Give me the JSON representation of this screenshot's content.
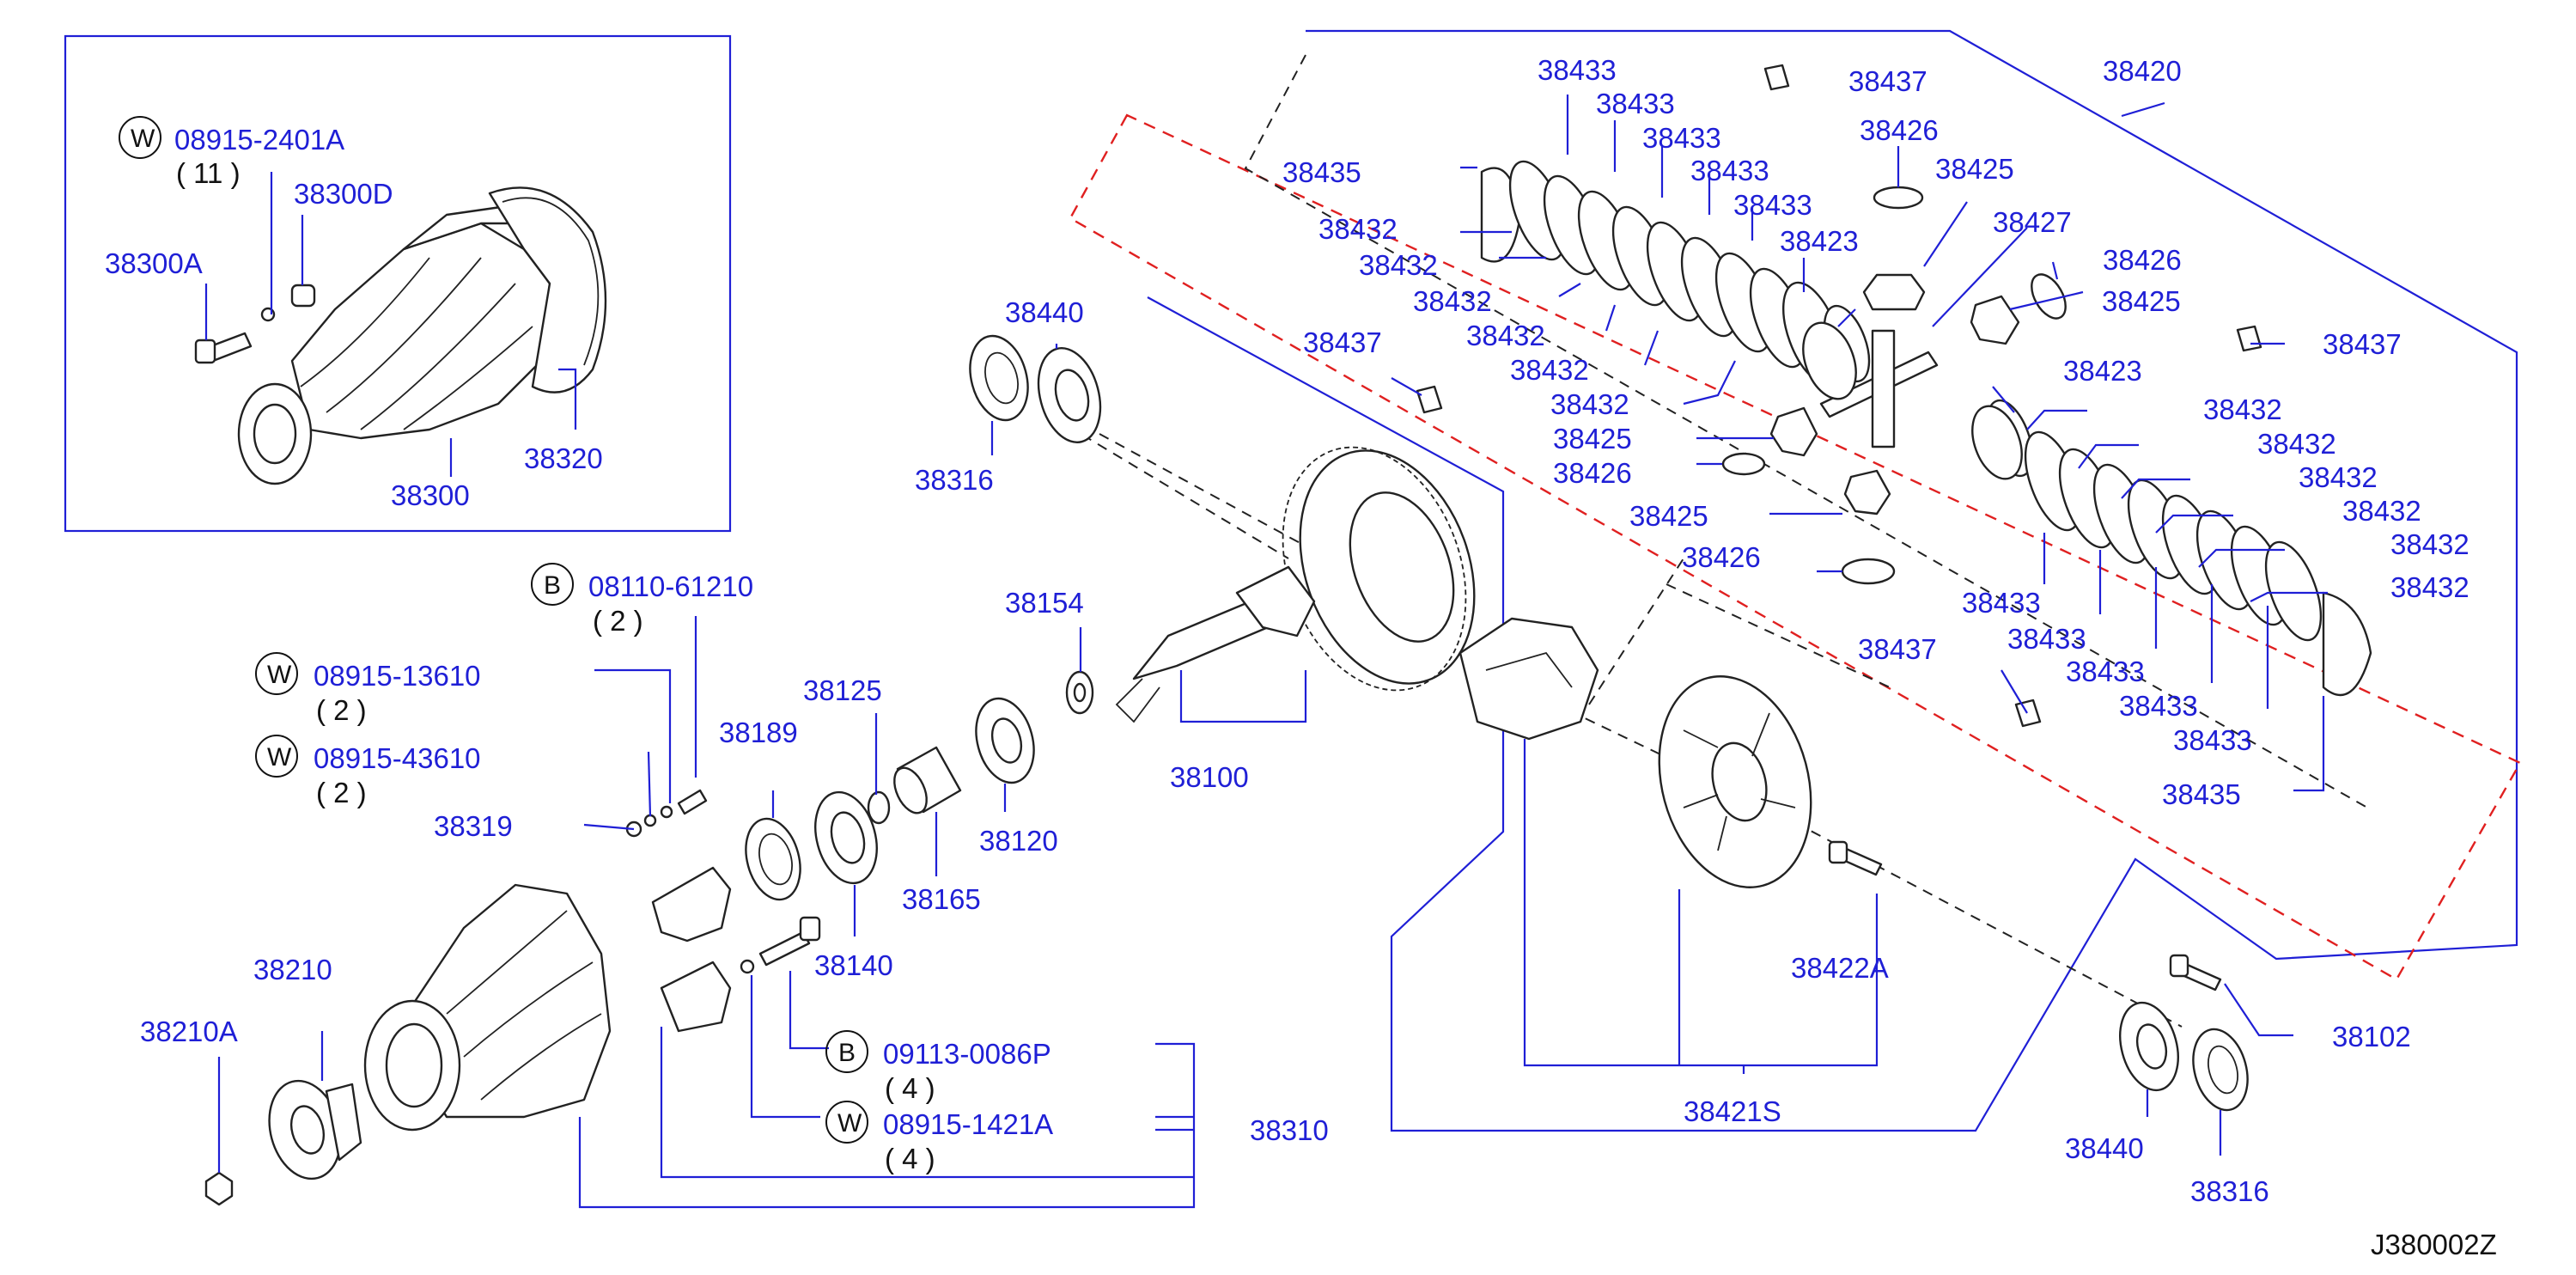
{
  "diagram_code": "J380002Z",
  "labels": {
    "l38300A": "38300A",
    "l38300D": "38300D",
    "l38300": "38300",
    "l38320": "38320",
    "l38440a": "38440",
    "l38316a": "38316",
    "l38100": "38100",
    "l38154": "38154",
    "l38125": "38125",
    "l38189": "38189",
    "l38120": "38120",
    "l38165": "38165",
    "l38140": "38140",
    "l38319": "38319",
    "l38210": "38210",
    "l38210A": "38210A",
    "l38310": "38310",
    "l38420": "38420",
    "l38437a": "38437",
    "l38437b": "38437",
    "l38437c": "38437",
    "l38437d": "38437",
    "l38435a": "38435",
    "l38435b": "38435",
    "l38433_1": "38433",
    "l38433_2": "38433",
    "l38433_3": "38433",
    "l38433_4": "38433",
    "l38433_5": "38433",
    "l38433_6": "38433",
    "l38433_7": "38433",
    "l38433_8": "38433",
    "l38433_9": "38433",
    "l38433_10": "38433",
    "l38432_1": "38432",
    "l38432_2": "38432",
    "l38432_3": "38432",
    "l38432_4": "38432",
    "l38432_5": "38432",
    "l38432_6": "38432",
    "l38432_7": "38432",
    "l38432_8": "38432",
    "l38432_9": "38432",
    "l38432_10": "38432",
    "l38432_11": "38432",
    "l38432_12": "38432",
    "l38423a": "38423",
    "l38423b": "38423",
    "l38426a": "38426",
    "l38426b": "38426",
    "l38426c": "38426",
    "l38426d": "38426",
    "l38425a": "38425",
    "l38425b": "38425",
    "l38425c": "38425",
    "l38425d": "38425",
    "l38427": "38427",
    "l38422A": "38422A",
    "l38421S": "38421S",
    "l38102": "38102",
    "l38440b": "38440",
    "l38316b": "38316"
  },
  "fasteners": [
    {
      "symbol": "W",
      "code": "08915-2401A",
      "qty": "( 11 )"
    },
    {
      "symbol": "B",
      "code": "08110-61210",
      "qty": "( 2 )"
    },
    {
      "symbol": "W",
      "code": "08915-13610",
      "qty": "( 2 )"
    },
    {
      "symbol": "W",
      "code": "08915-43610",
      "qty": "( 2 )"
    },
    {
      "symbol": "B",
      "code": "09113-0086P",
      "qty": "( 4 )"
    },
    {
      "symbol": "W",
      "code": "08915-1421A",
      "qty": "( 4 )"
    }
  ]
}
